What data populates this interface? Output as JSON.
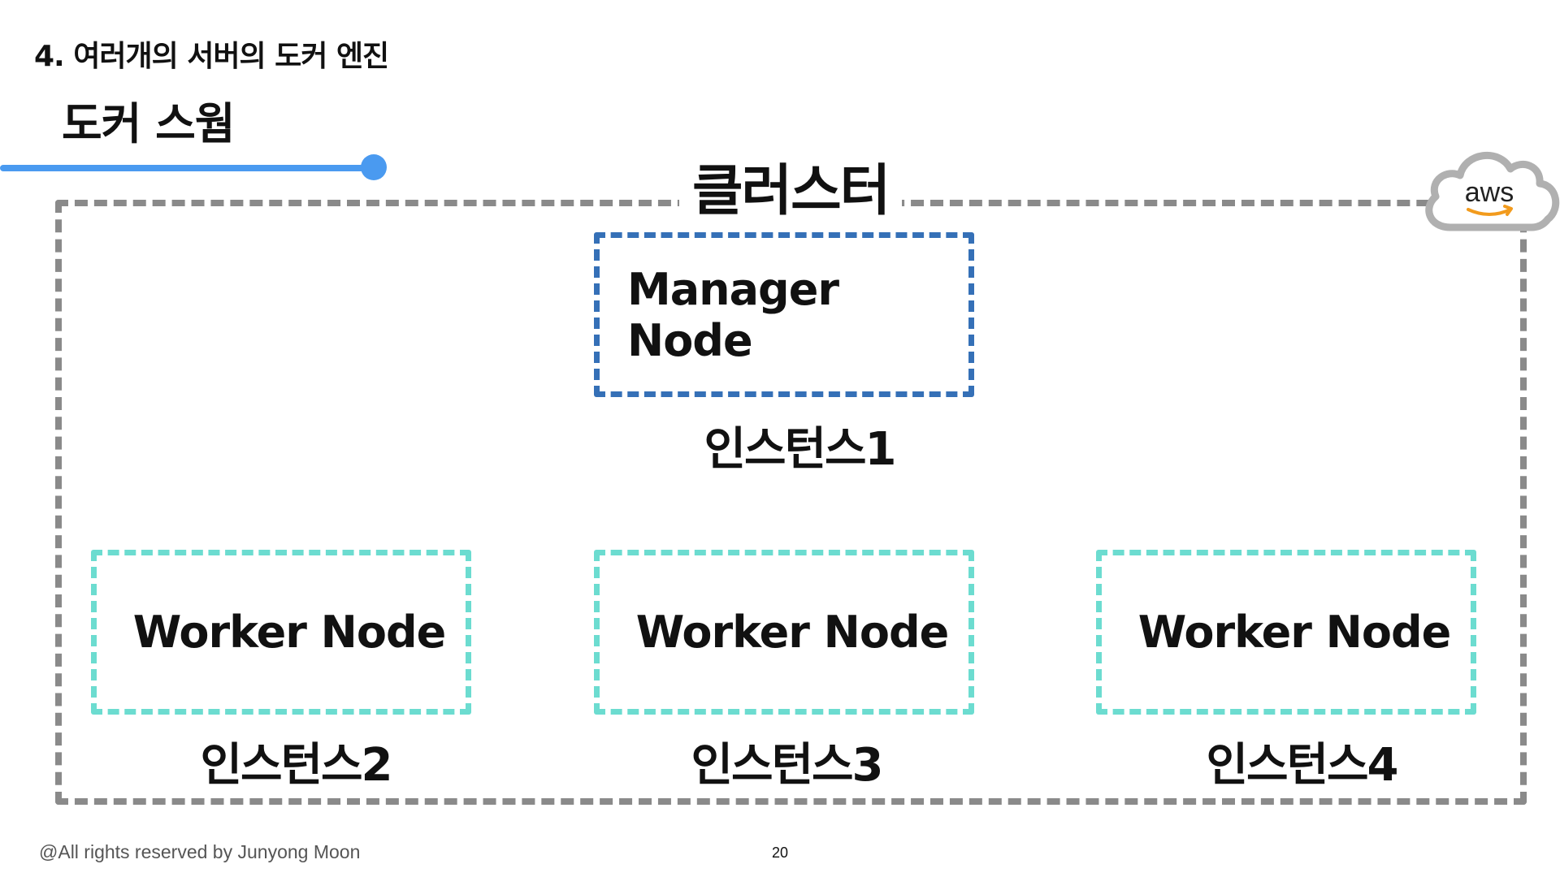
{
  "header": {
    "section_title": "4. 여러개의 서버의 도커 엔진",
    "page_title": "도커 스웜"
  },
  "diagram": {
    "cluster_label": "클러스터",
    "manager": {
      "label": "Manager Node",
      "instance": "인스턴스1"
    },
    "workers": [
      {
        "label": "Worker Node",
        "instance": "인스턴스2"
      },
      {
        "label": "Worker Node",
        "instance": "인스턴스3"
      },
      {
        "label": "Worker Node",
        "instance": "인스턴스4"
      }
    ],
    "logo": {
      "icon": "aws-cloud-icon",
      "text": "aws"
    }
  },
  "footer": {
    "copyright": "@All rights reserved by Junyong Moon",
    "page_number": "20"
  },
  "colors": {
    "accent": "#4a9af0",
    "cluster_border": "#8a8a8a",
    "manager_border": "#3570b7",
    "worker_border": "#6cdcd0",
    "aws_orange": "#f29b1d"
  }
}
